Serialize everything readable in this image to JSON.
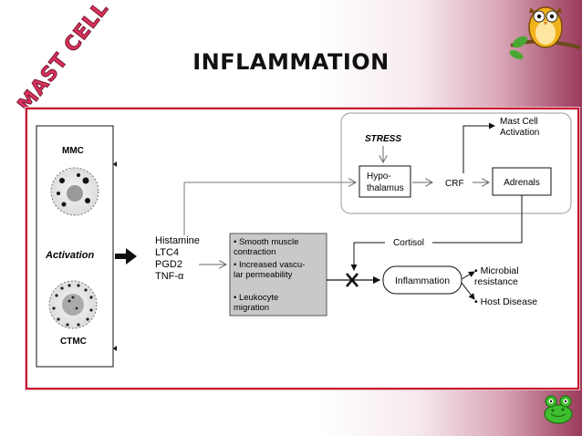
{
  "logo_text": "MAST CELL",
  "title": "INFLAMMATION",
  "diagram": {
    "left_panel": {
      "top_label": "MMC",
      "middle_label": "Activation",
      "bottom_label": "CTMC"
    },
    "mediators": [
      "Histamine",
      "LTC4",
      "PGD2",
      "TNF-α"
    ],
    "effects": [
      "• Smooth muscle",
      "  contraction",
      "• Increased vascu-",
      "  lar permeability",
      "• Leukocyte",
      "  migration"
    ],
    "stress_label": "STRESS",
    "hypothalamus_label": [
      "Hypo-",
      "thalamus"
    ],
    "crf_label": "CRF",
    "adrenals_label": "Adrenals",
    "mast_cell_activation_label": [
      "Mast Cell",
      "Activation"
    ],
    "cortisol_label": "Cortisol",
    "inflammation_label": "Inflammation",
    "outcomes": [
      "• Microbial",
      "  resistance",
      "• Host Disease"
    ]
  },
  "colors": {
    "frame": "#c8102e",
    "logo": "#d7335c",
    "gradient_end": "#9b3a5b"
  },
  "icons": [
    "owl-on-branch-icon",
    "frog-icon"
  ]
}
